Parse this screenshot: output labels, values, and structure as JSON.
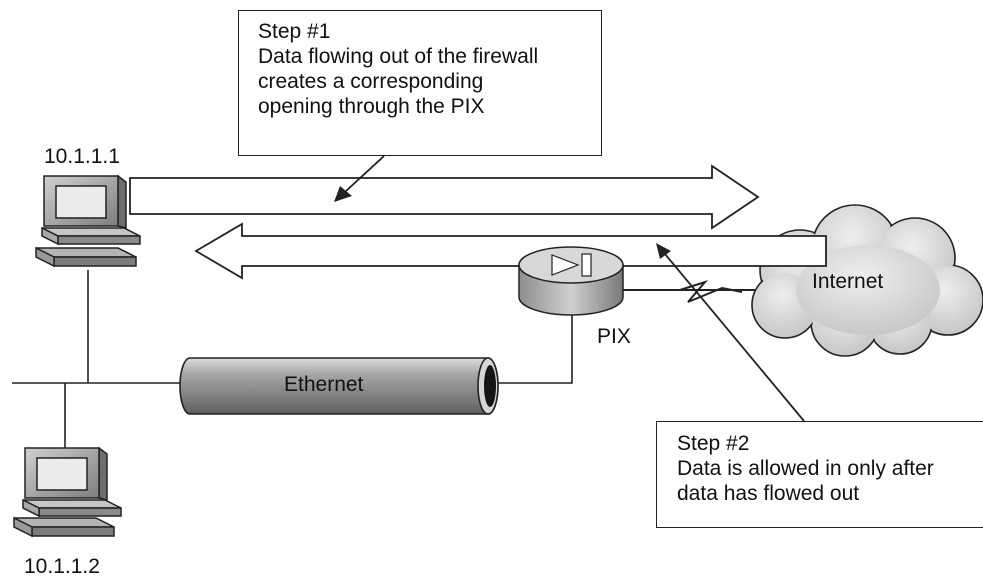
{
  "callouts": {
    "step1": {
      "title": "Step #1",
      "line1": "Data flowing out of the firewall",
      "line2": "creates a corresponding",
      "line3": "opening through the PIX"
    },
    "step2": {
      "title": "Step #2",
      "line1": "Data is allowed in only after",
      "line2": "data has flowed out"
    }
  },
  "hosts": {
    "host1_ip": "10.1.1.1",
    "host2_ip": "10.1.1.2"
  },
  "devices": {
    "pix": "PIX",
    "internet": "Internet",
    "ethernet": "Ethernet"
  },
  "icons": [
    "workstation-icon",
    "workstation-icon",
    "pix-firewall-icon",
    "internet-cloud-icon",
    "ethernet-segment-icon",
    "serial-link-icon"
  ],
  "colors": {
    "line": "#222222",
    "device_gray": "#b8b8b8",
    "background": "#ffffff"
  }
}
